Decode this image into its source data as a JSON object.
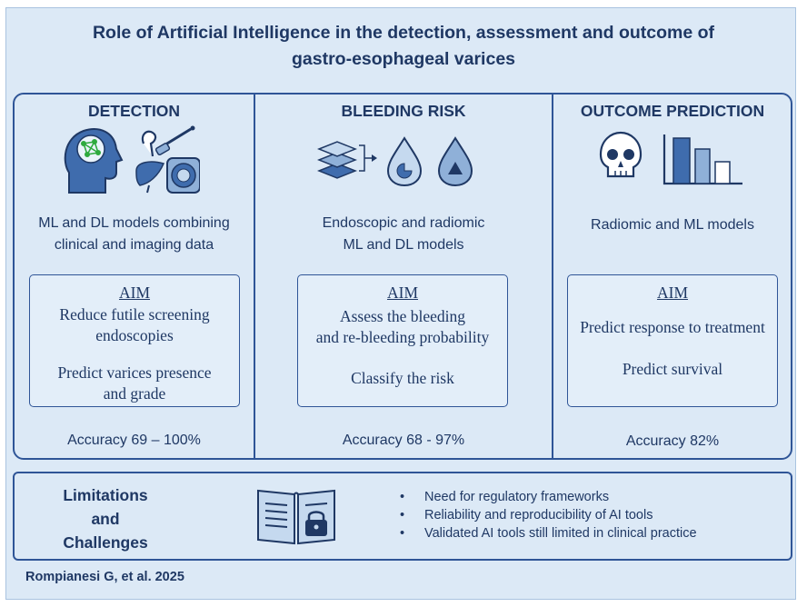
{
  "title": {
    "line1": "Role of Artificial Intelligence in the detection, assessment and outcome of",
    "line2": "gastro-esophageal varices"
  },
  "columns": [
    {
      "heading": "DETECTION",
      "description": [
        "ML and DL models combining",
        "clinical and imaging data"
      ],
      "aim": {
        "label": "AIM",
        "lines": [
          "Reduce futile screening",
          "endoscopies",
          "Predict varices presence",
          "and grade"
        ]
      },
      "accuracy": "Accuracy 69 – 100%",
      "icons": [
        "brain-head-icon",
        "endoscope-icon",
        "liver-icon",
        "imaging-scan-icon"
      ]
    },
    {
      "heading": "BLEEDING RISK",
      "description": [
        "Endoscopic and radiomic",
        "ML and DL models"
      ],
      "aim": {
        "label": "AIM",
        "lines": [
          "Assess the bleeding",
          "and re-bleeding probability",
          "Classify the risk"
        ]
      },
      "accuracy": "Accuracy 68 - 97%",
      "icons": [
        "layers-icon",
        "blood-drop-chart-icon",
        "blood-drop-warning-icon"
      ]
    },
    {
      "heading": "OUTCOME PREDICTION",
      "description": [
        "Radiomic and ML models"
      ],
      "aim": {
        "label": "AIM",
        "lines": [
          "Predict response to treatment",
          "Predict survival"
        ]
      },
      "accuracy": "Accuracy 82%",
      "icons": [
        "skull-icon",
        "bar-chart-icon"
      ]
    }
  ],
  "limitations": {
    "title": [
      "Limitations",
      "and",
      "Challenges"
    ],
    "items": [
      "Need for regulatory frameworks",
      "Reliability and reproducibility of AI tools",
      "Validated AI tools still limited in clinical practice"
    ],
    "icon": "locked-book-icon"
  },
  "citation": "Rompianesi G, et al. 2025",
  "colors": {
    "background": "#dce9f6",
    "border": "#2f5597",
    "text": "#1f3864",
    "icon_fill": "#8fb0d8",
    "icon_stroke": "#1f3864"
  }
}
